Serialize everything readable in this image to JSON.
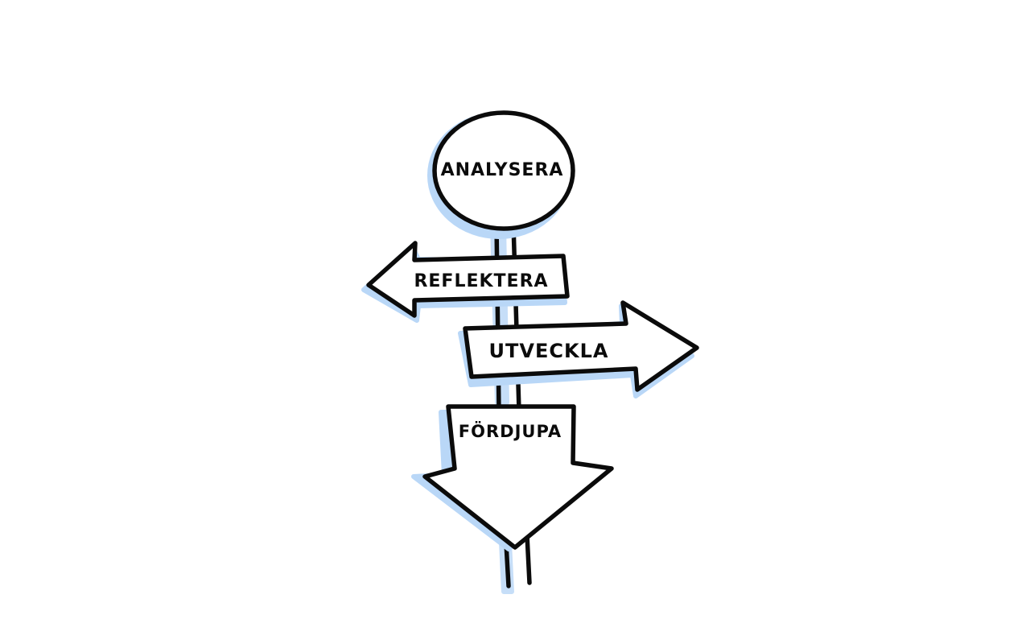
{
  "signpost": {
    "top_sign": "ANALYSERA",
    "left_arrow": "REFLEKTERA",
    "right_arrow": "UTVECKLA",
    "down_arrow": "FÖRDJUPA"
  },
  "colors": {
    "ink": "#0b0b0b",
    "shadow": "#b9d7f7",
    "background": "#ffffff"
  }
}
